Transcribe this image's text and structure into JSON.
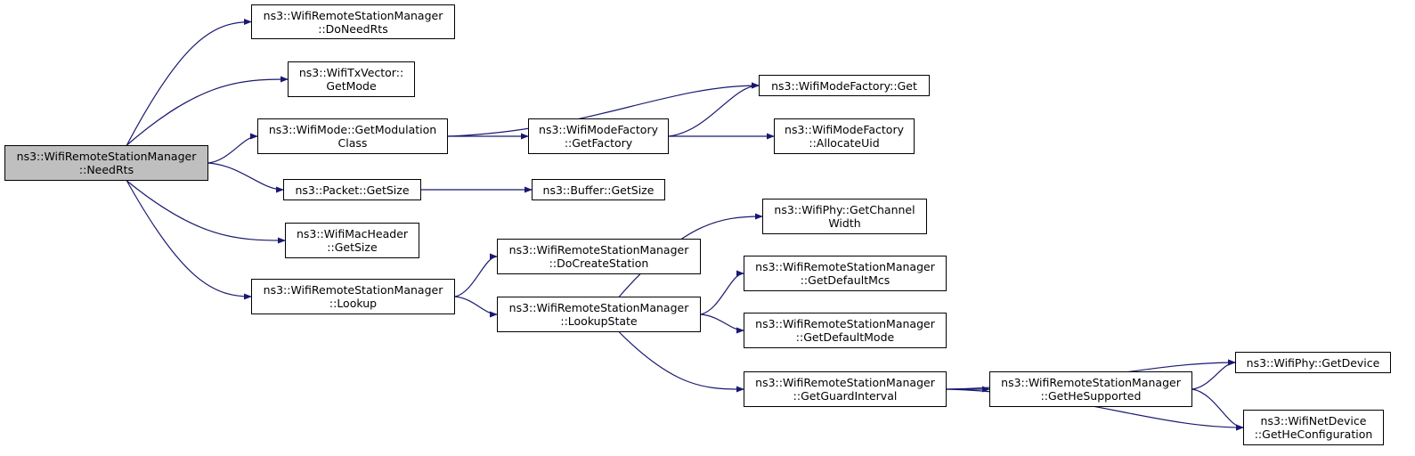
{
  "diagram": {
    "colors": {
      "edge": "#191970",
      "root_fill": "#bfbfbf",
      "node_fill": "#ffffff",
      "border": "#000000"
    },
    "nodes": {
      "need_rts": {
        "lines": [
          "ns3::WifiRemoteStationManager",
          "::NeedRts"
        ]
      },
      "do_need_rts": {
        "lines": [
          "ns3::WifiRemoteStationManager",
          "::DoNeedRts"
        ]
      },
      "tx_get_mode": {
        "lines": [
          "ns3::WifiTxVector::",
          "GetMode"
        ]
      },
      "get_mod_class": {
        "lines": [
          "ns3::WifiMode::GetModulation",
          "Class"
        ]
      },
      "packet_get_size": {
        "lines": [
          "ns3::Packet::GetSize"
        ]
      },
      "mac_get_size": {
        "lines": [
          "ns3::WifiMacHeader",
          "::GetSize"
        ]
      },
      "lookup": {
        "lines": [
          "ns3::WifiRemoteStationManager",
          "::Lookup"
        ]
      },
      "factory_get": {
        "lines": [
          "ns3::WifiModeFactory::Get"
        ]
      },
      "get_factory": {
        "lines": [
          "ns3::WifiModeFactory",
          "::GetFactory"
        ]
      },
      "allocate_uid": {
        "lines": [
          "ns3::WifiModeFactory",
          "::AllocateUid"
        ]
      },
      "buffer_get_size": {
        "lines": [
          "ns3::Buffer::GetSize"
        ]
      },
      "do_create_station": {
        "lines": [
          "ns3::WifiRemoteStationManager",
          "::DoCreateStation"
        ]
      },
      "lookup_state": {
        "lines": [
          "ns3::WifiRemoteStationManager",
          "::LookupState"
        ]
      },
      "channel_width": {
        "lines": [
          "ns3::WifiPhy::GetChannel",
          "Width"
        ]
      },
      "default_mcs": {
        "lines": [
          "ns3::WifiRemoteStationManager",
          "::GetDefaultMcs"
        ]
      },
      "default_mode": {
        "lines": [
          "ns3::WifiRemoteStationManager",
          "::GetDefaultMode"
        ]
      },
      "guard_interval": {
        "lines": [
          "ns3::WifiRemoteStationManager",
          "::GetGuardInterval"
        ]
      },
      "he_supported": {
        "lines": [
          "ns3::WifiRemoteStationManager",
          "::GetHeSupported"
        ]
      },
      "phy_get_device": {
        "lines": [
          "ns3::WifiPhy::GetDevice"
        ]
      },
      "he_config": {
        "lines": [
          "ns3::WifiNetDevice",
          "::GetHeConfiguration"
        ]
      }
    },
    "edges": [
      [
        "need_rts",
        "do_need_rts"
      ],
      [
        "need_rts",
        "tx_get_mode"
      ],
      [
        "need_rts",
        "get_mod_class"
      ],
      [
        "need_rts",
        "packet_get_size"
      ],
      [
        "need_rts",
        "mac_get_size"
      ],
      [
        "need_rts",
        "lookup"
      ],
      [
        "get_mod_class",
        "factory_get"
      ],
      [
        "get_mod_class",
        "get_factory"
      ],
      [
        "get_factory",
        "factory_get"
      ],
      [
        "get_factory",
        "allocate_uid"
      ],
      [
        "packet_get_size",
        "buffer_get_size"
      ],
      [
        "lookup",
        "do_create_station"
      ],
      [
        "lookup",
        "lookup_state"
      ],
      [
        "lookup_state",
        "channel_width"
      ],
      [
        "lookup_state",
        "default_mcs"
      ],
      [
        "lookup_state",
        "default_mode"
      ],
      [
        "lookup_state",
        "guard_interval"
      ],
      [
        "guard_interval",
        "phy_get_device"
      ],
      [
        "guard_interval",
        "he_supported"
      ],
      [
        "guard_interval",
        "he_config"
      ],
      [
        "he_supported",
        "phy_get_device"
      ],
      [
        "he_supported",
        "he_config"
      ]
    ]
  }
}
